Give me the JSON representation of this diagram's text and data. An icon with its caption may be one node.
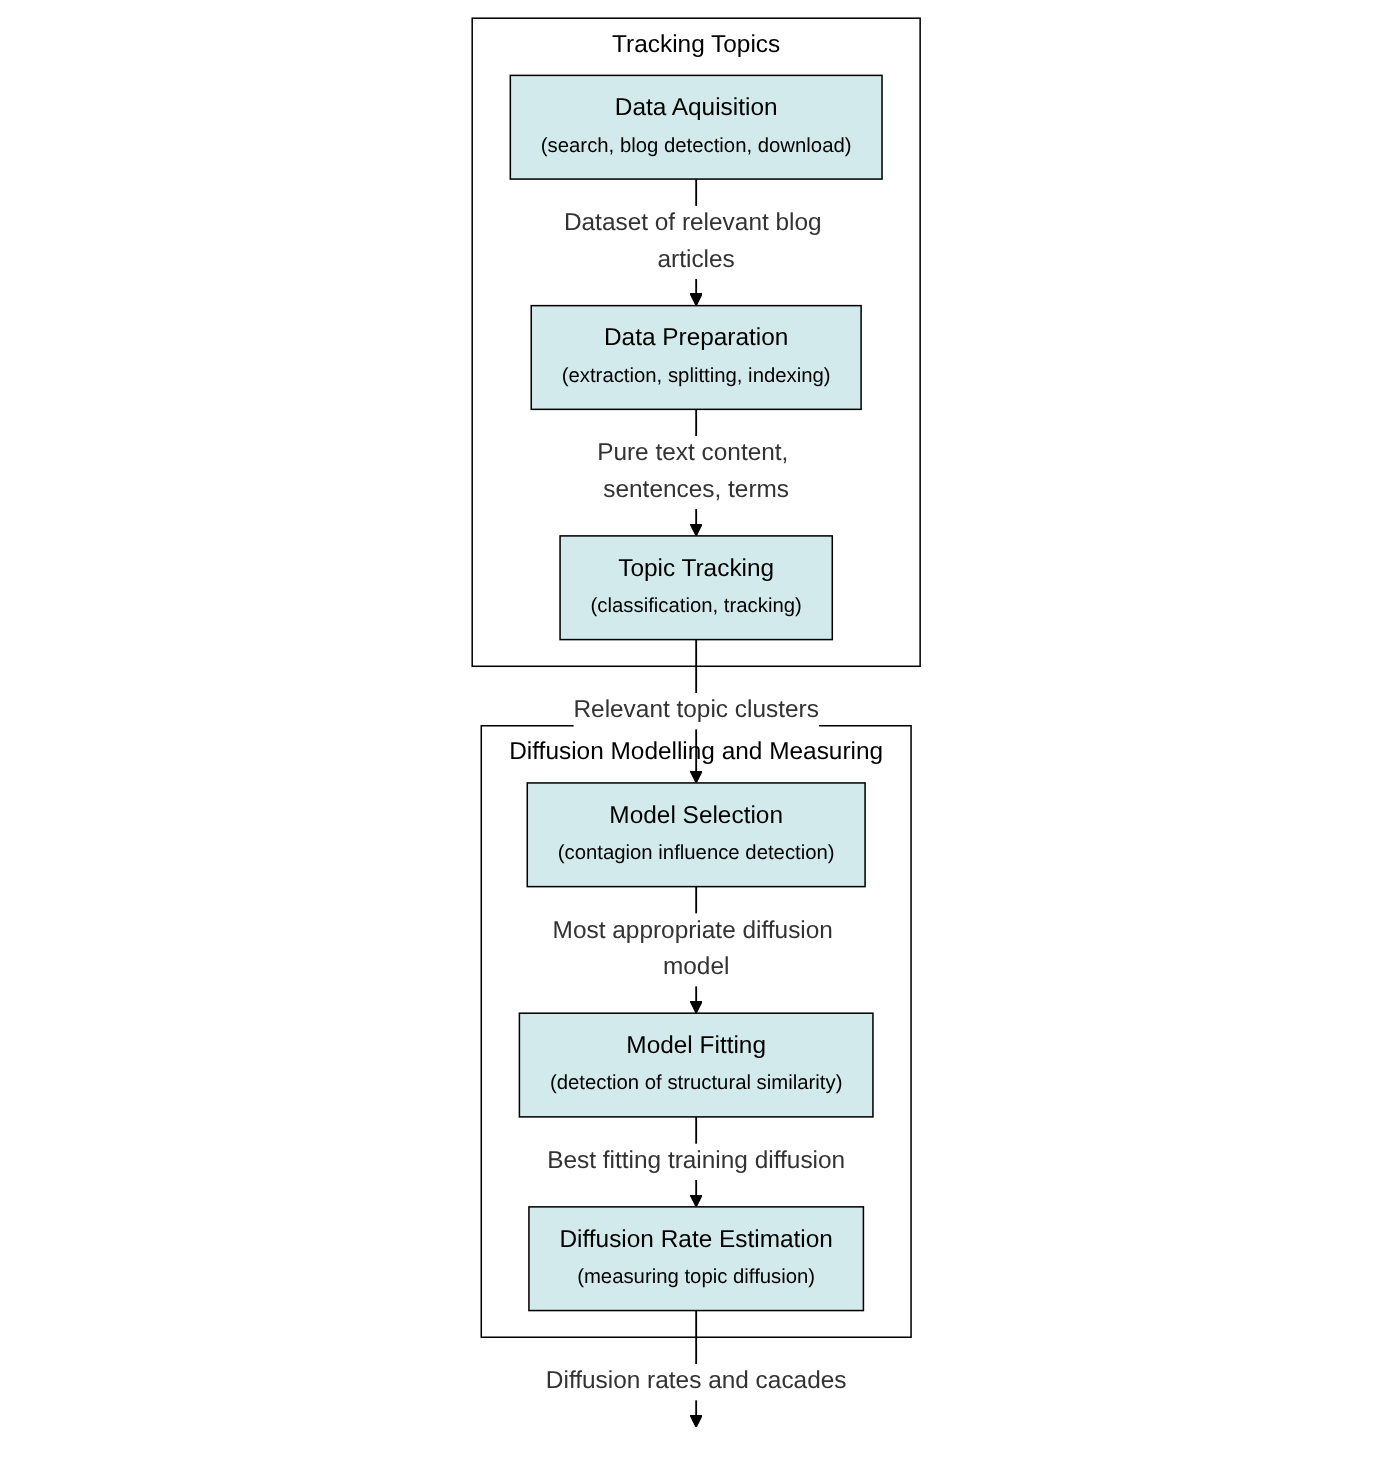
{
  "diagram": {
    "nodes": [
      {
        "text": [
          "Tracking Topics"
        ]
      },
      {
        "text": [
          "Data Aquisition",
          "(search, blog detection, download)"
        ],
        "in": 0
      },
      {
        "text": [
          "Data Preparation",
          "(extraction, splitting, indexing)"
        ],
        "in": 0
      },
      {
        "text": [
          "Topic Tracking",
          "(classification, tracking)"
        ],
        "in": 0
      },
      {
        "text": [
          "Diffusion Modelling and Measuring"
        ]
      },
      {
        "text": [
          "Model Selection",
          "(contagion influence detection)"
        ],
        "in": 4
      },
      {
        "text": [
          "Model Fitting",
          "(detection of structural similarity)"
        ],
        "in": 4
      },
      {
        "text": [
          "Diffusion Rate Estimation",
          "(measuring topic diffusion)"
        ],
        "in": 4
      }
    ],
    "edges": [
      {
        "from": 1,
        "to": 2,
        "arrow": "to",
        "label": "Dataset of relevant blog articles"
      },
      {
        "from": 2,
        "to": 3,
        "arrow": "to",
        "label": "Pure text content, sentences, terms"
      },
      {
        "from": 3,
        "to": 5,
        "arrow": "to",
        "label": "Relevant topic clusters"
      },
      {
        "from": 5,
        "to": 6,
        "arrow": "to",
        "label": "Most appropriate diffusion model"
      },
      {
        "from": 6,
        "to": 7,
        "arrow": "to",
        "label": "Best fitting training diffusion"
      },
      {
        "from": 7,
        "to": null,
        "arrow": "to",
        "label": "Diffusion rates and cacades"
      }
    ]
  }
}
